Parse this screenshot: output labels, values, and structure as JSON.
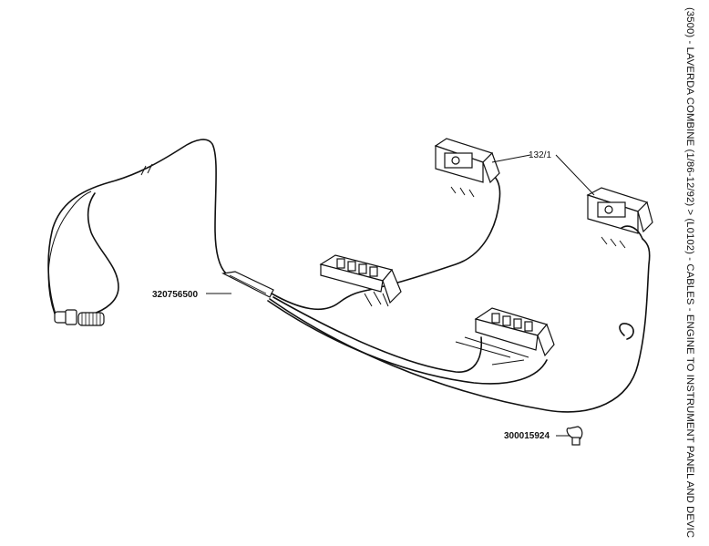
{
  "side_title": "(3500) - LAVERDA COMBINE (1/86-12/92) > (L0102) - CABLES - ENGINE TO INSTRUMENT PANEL AND DEVIC",
  "callouts": {
    "harness": "320756500",
    "connector_ref": "132/1",
    "clip": "300015924"
  }
}
